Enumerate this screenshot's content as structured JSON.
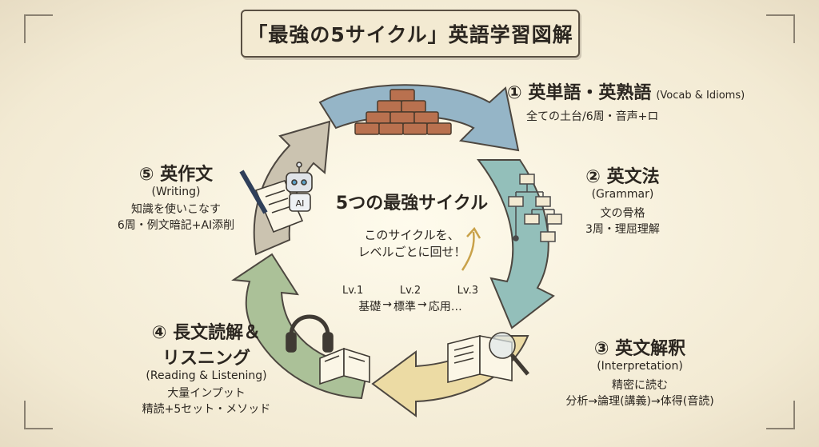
{
  "title": "「最強の5サイクル」英語学習図解",
  "center": {
    "title": "5つの最強サイクル",
    "desc_line1": "このサイクルを、",
    "desc_line2": "レベルごとに回せ！",
    "levels": [
      {
        "lv": "Lv.1",
        "name": "基礎"
      },
      {
        "lv": "Lv.2",
        "name": "標準"
      },
      {
        "lv": "Lv.3",
        "name": "応用…"
      }
    ],
    "arrow": "→"
  },
  "steps": [
    {
      "num": "①",
      "title": "英単語・英熟語",
      "en": "(Vocab & Idioms)",
      "lines": [
        "全ての土台/6周・音声+ロ"
      ],
      "color": "#8fb0c4",
      "icon": "bricks-icon"
    },
    {
      "num": "②",
      "title": "英文法",
      "en": "(Grammar)",
      "lines": [
        "文の骨格",
        "3周・理屈理解"
      ],
      "color": "#8fbcb8",
      "icon": "diagram-icon"
    },
    {
      "num": "③",
      "title": "英文解釈",
      "en": "(Interpretation)",
      "lines": [
        "精密に読む",
        "分析→論理(講義)→体得(音読)"
      ],
      "color": "#ead9a0",
      "icon": "magnifier-icon"
    },
    {
      "num": "④",
      "title": "長文読解＆",
      "title2": "リスニング",
      "en": "(Reading & Listening)",
      "lines": [
        "大量インプット",
        "精読+5セット・メソッド"
      ],
      "color": "#a9bf94",
      "icon": "headphones-book-icon"
    },
    {
      "num": "⑤",
      "title": "英作文",
      "en": "(Writing)",
      "lines": [
        "知識を使いこなす",
        "6周・例文暗記+AI添削"
      ],
      "color": "#c9c1ae",
      "icon": "pen-ai-robot-icon"
    }
  ],
  "robot_text": "AI"
}
